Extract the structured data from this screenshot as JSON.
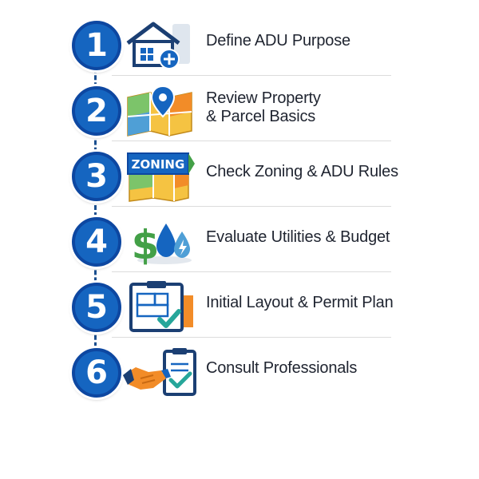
{
  "colors": {
    "accent": "#1565c0",
    "accent_dark": "#0d47a1",
    "green": "#43a047",
    "orange": "#f28c28",
    "map_yellow": "#f5c342"
  },
  "steps": [
    {
      "number": "1",
      "line1": "Define ADU Purpose",
      "line2": "",
      "icon": "house-plus-icon"
    },
    {
      "number": "2",
      "line1": "Review Property",
      "line2": "& Parcel Basics",
      "icon": "map-pin-icon"
    },
    {
      "number": "3",
      "line1": "Check Zoning & ADU Rules",
      "line2": "",
      "icon": "zoning-map-icon",
      "icon_text": "ZONING"
    },
    {
      "number": "4",
      "line1": "Evaluate Utilities & Budget",
      "line2": "",
      "icon": "utilities-dollar-icon"
    },
    {
      "number": "5",
      "line1": "Initial Layout & Permit Plan",
      "line2": "",
      "icon": "layout-checklist-icon"
    },
    {
      "number": "6",
      "line1": "Consult Professionals",
      "line2": "",
      "icon": "handshake-clipboard-icon"
    }
  ]
}
